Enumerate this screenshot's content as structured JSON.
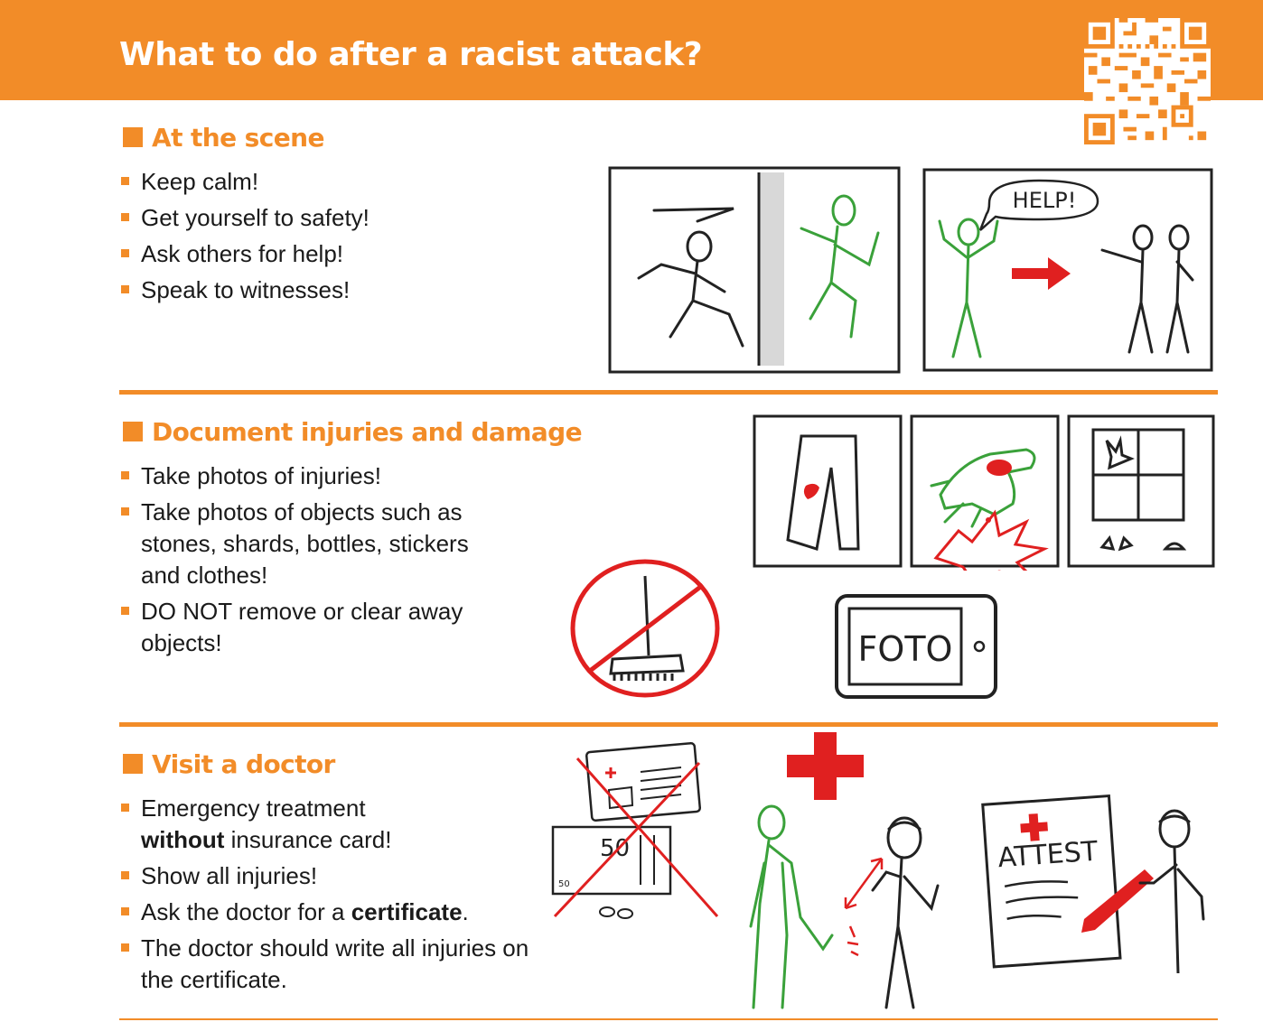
{
  "header": {
    "title": "What to do after a racist attack?"
  },
  "colors": {
    "accent": "#f28c28",
    "green": "#3aa13a",
    "red": "#e02020"
  },
  "sections": [
    {
      "title": "At the scene",
      "items": [
        "Keep calm!",
        "Get yourself to safety!",
        "Ask others for help!",
        "Speak to witnesses!"
      ]
    },
    {
      "title": "Document injuries and damage",
      "items": [
        "Take photos of injuries!",
        "Take photos of objects such as stones, shards, bottles, stickers and clothes!",
        "DO NOT remove or clear away objects!"
      ]
    },
    {
      "title": "Visit a doctor",
      "items": [
        {
          "bold": "",
          "before": "Emergency treatment",
          "boldword": "without",
          "after": "insurance card!"
        },
        "Show all injuries!",
        {
          "before": "Ask the doctor for a",
          "boldword": "certificate",
          "after": "."
        },
        "The doctor should write all injuries on the certificate."
      ]
    }
  ],
  "illustrations": {
    "help_bubble": "HELP!",
    "photo_device": "FOTO",
    "card_value": "50",
    "card_small_value": "50",
    "attest_doc": "ATTEST"
  },
  "icons": [
    "qr-code-icon",
    "section-square-icon",
    "bullet-square-icon"
  ]
}
